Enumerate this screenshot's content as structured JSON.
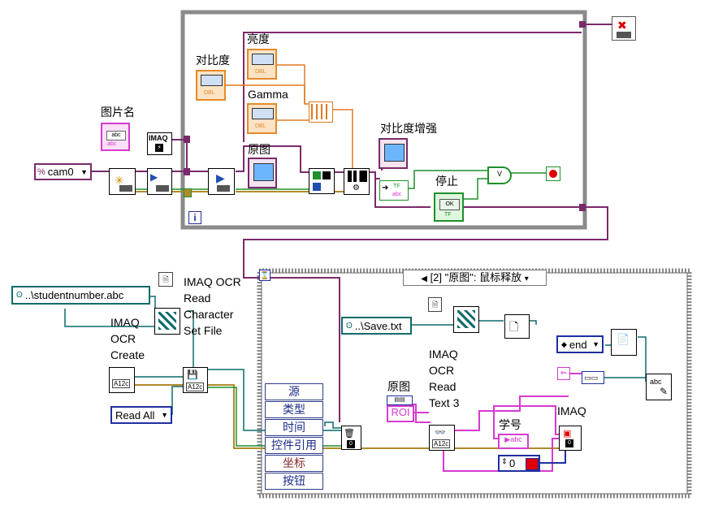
{
  "labels": {
    "picture_name": "图片名",
    "contrast": "对比度",
    "brightness": "亮度",
    "gamma": "Gamma",
    "original": "原图",
    "contrast_enhance": "对比度增强",
    "stop": "停止",
    "ocr_read_charset": "IMAQ OCR\nRead\nCharacter\nSet File",
    "ocr_create": "IMAQ\nOCR\nCreate",
    "ocr_read_text": "IMAQ\nOCR\nRead\nText 3",
    "original2": "原图",
    "student_no": "学号",
    "imaq_dispose": "IMAQ"
  },
  "constants": {
    "camera": "cam0",
    "studentnumber_path": "..\\studentnumber.abc",
    "save_path": "..\\Save.txt",
    "read_all": "Read All",
    "end": "end",
    "roi": "ROI",
    "zero": "0",
    "abc": "abc",
    "dbl": "DBL",
    "tf": "TF",
    "ok": "OK",
    "loop_i": "i",
    "imaq": "IMAQ",
    "a12c": "A12c"
  },
  "event_case": {
    "selector": "[2] \"原图\": 鼠标释放",
    "items": [
      "源",
      "类型",
      "时间",
      "控件引用",
      "坐标",
      "按钮"
    ]
  },
  "colors": {
    "wire_pink": "#d63ad0",
    "wire_purple": "#7a2a6a",
    "wire_orange": "#e07a20",
    "wire_green": "#1f8f2a",
    "wire_teal": "#0d6b6b",
    "wire_gold": "#b08a2a"
  }
}
